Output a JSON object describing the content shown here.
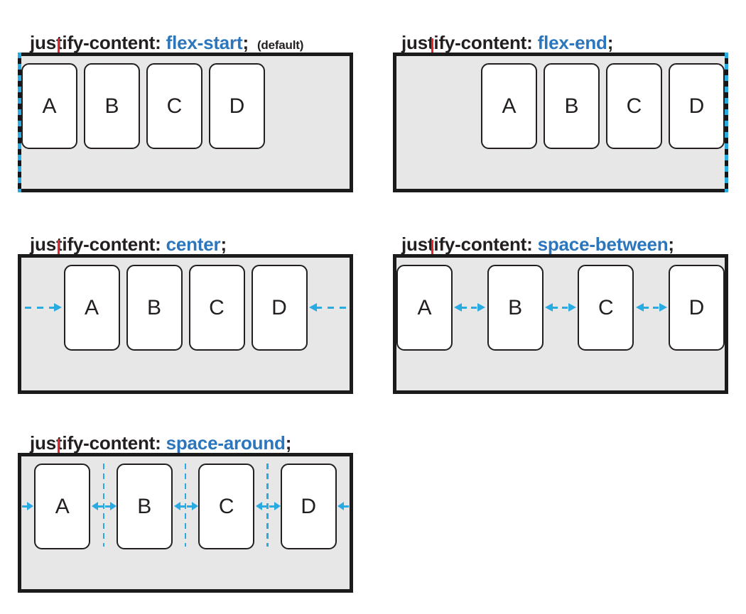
{
  "colors": {
    "keyword_blue": "#2b76bc",
    "arrow_cyan": "#29abe2",
    "connector_red": "#e8252a",
    "container_gray": "#e7e7e8",
    "border_black": "#1b1b1b",
    "text_dark": "#231f20"
  },
  "panels": [
    {
      "id": "flex-start",
      "property": "justify-content:",
      "value": "flex-start",
      "semicolon": ";",
      "note": "(default)",
      "items": [
        "A",
        "B",
        "C",
        "D"
      ]
    },
    {
      "id": "flex-end",
      "property": "justify-content:",
      "value": "flex-end",
      "semicolon": ";",
      "items": [
        "A",
        "B",
        "C",
        "D"
      ]
    },
    {
      "id": "center",
      "property": "justify-content:",
      "value": "center",
      "semicolon": ";",
      "items": [
        "A",
        "B",
        "C",
        "D"
      ]
    },
    {
      "id": "space-between",
      "property": "justify-content:",
      "value": "space-between",
      "semicolon": ";",
      "items": [
        "A",
        "B",
        "C",
        "D"
      ]
    },
    {
      "id": "space-around",
      "property": "justify-content:",
      "value": "space-around",
      "semicolon": ";",
      "items": [
        "A",
        "B",
        "C",
        "D"
      ]
    }
  ]
}
